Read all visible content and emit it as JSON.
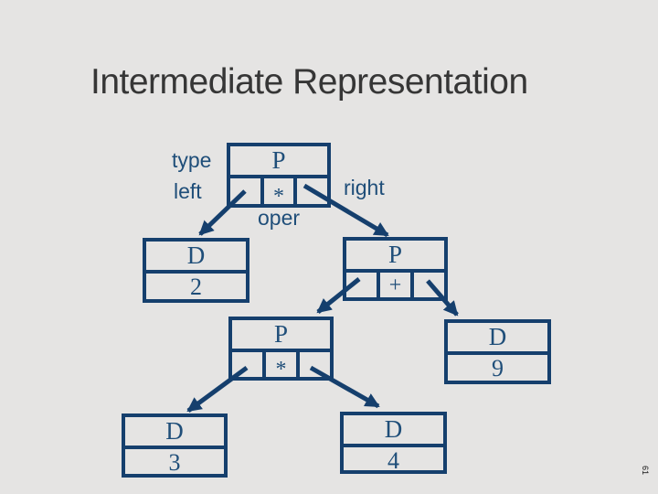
{
  "slide": {
    "title": "Intermediate Representation",
    "page_number": "61"
  },
  "colors": {
    "background": "#e5e4e3",
    "title_text": "#363636",
    "diagram_line": "#153f6d",
    "diagram_text": "#1f4e79"
  },
  "field_labels": {
    "type": "type",
    "left": "left",
    "oper": "oper",
    "right": "right"
  },
  "nodes": {
    "root": {
      "type_tag": "P",
      "oper": "*"
    },
    "d2": {
      "type_tag": "D",
      "value": "2"
    },
    "plus": {
      "type_tag": "P",
      "oper": "+"
    },
    "mul2": {
      "type_tag": "P",
      "oper": "*"
    },
    "d9": {
      "type_tag": "D",
      "value": "9"
    },
    "d3": {
      "type_tag": "D",
      "value": "3"
    },
    "d4": {
      "type_tag": "D",
      "value": "4"
    }
  },
  "edges": [
    {
      "from": "root.left",
      "to": "d2"
    },
    {
      "from": "root.right",
      "to": "plus"
    },
    {
      "from": "plus.left",
      "to": "mul2"
    },
    {
      "from": "plus.right",
      "to": "d9"
    },
    {
      "from": "mul2.left",
      "to": "d3"
    },
    {
      "from": "mul2.right",
      "to": "d4"
    }
  ]
}
